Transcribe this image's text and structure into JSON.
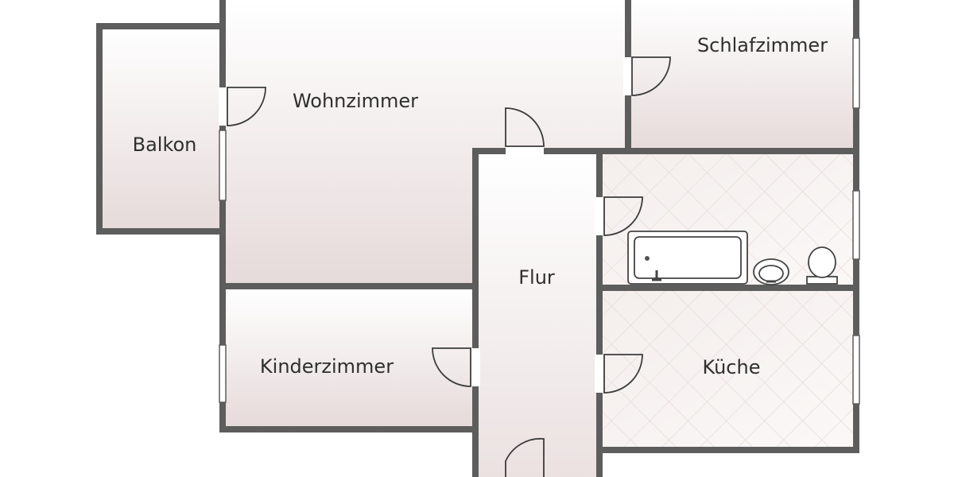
{
  "rooms": {
    "wohnzimmer": "Wohnzimmer",
    "schlafzimmer": "Schlafzimmer",
    "balkon": "Balkon",
    "flur": "Flur",
    "kinderzimmer": "Kinderzimmer",
    "kueche": "Küche"
  },
  "colors": {
    "wall": "#5d5d5d",
    "room_fill_top": "#ffffff",
    "room_fill_bottom": "#e7dcdc",
    "tile_line": "#e2d6d2"
  }
}
